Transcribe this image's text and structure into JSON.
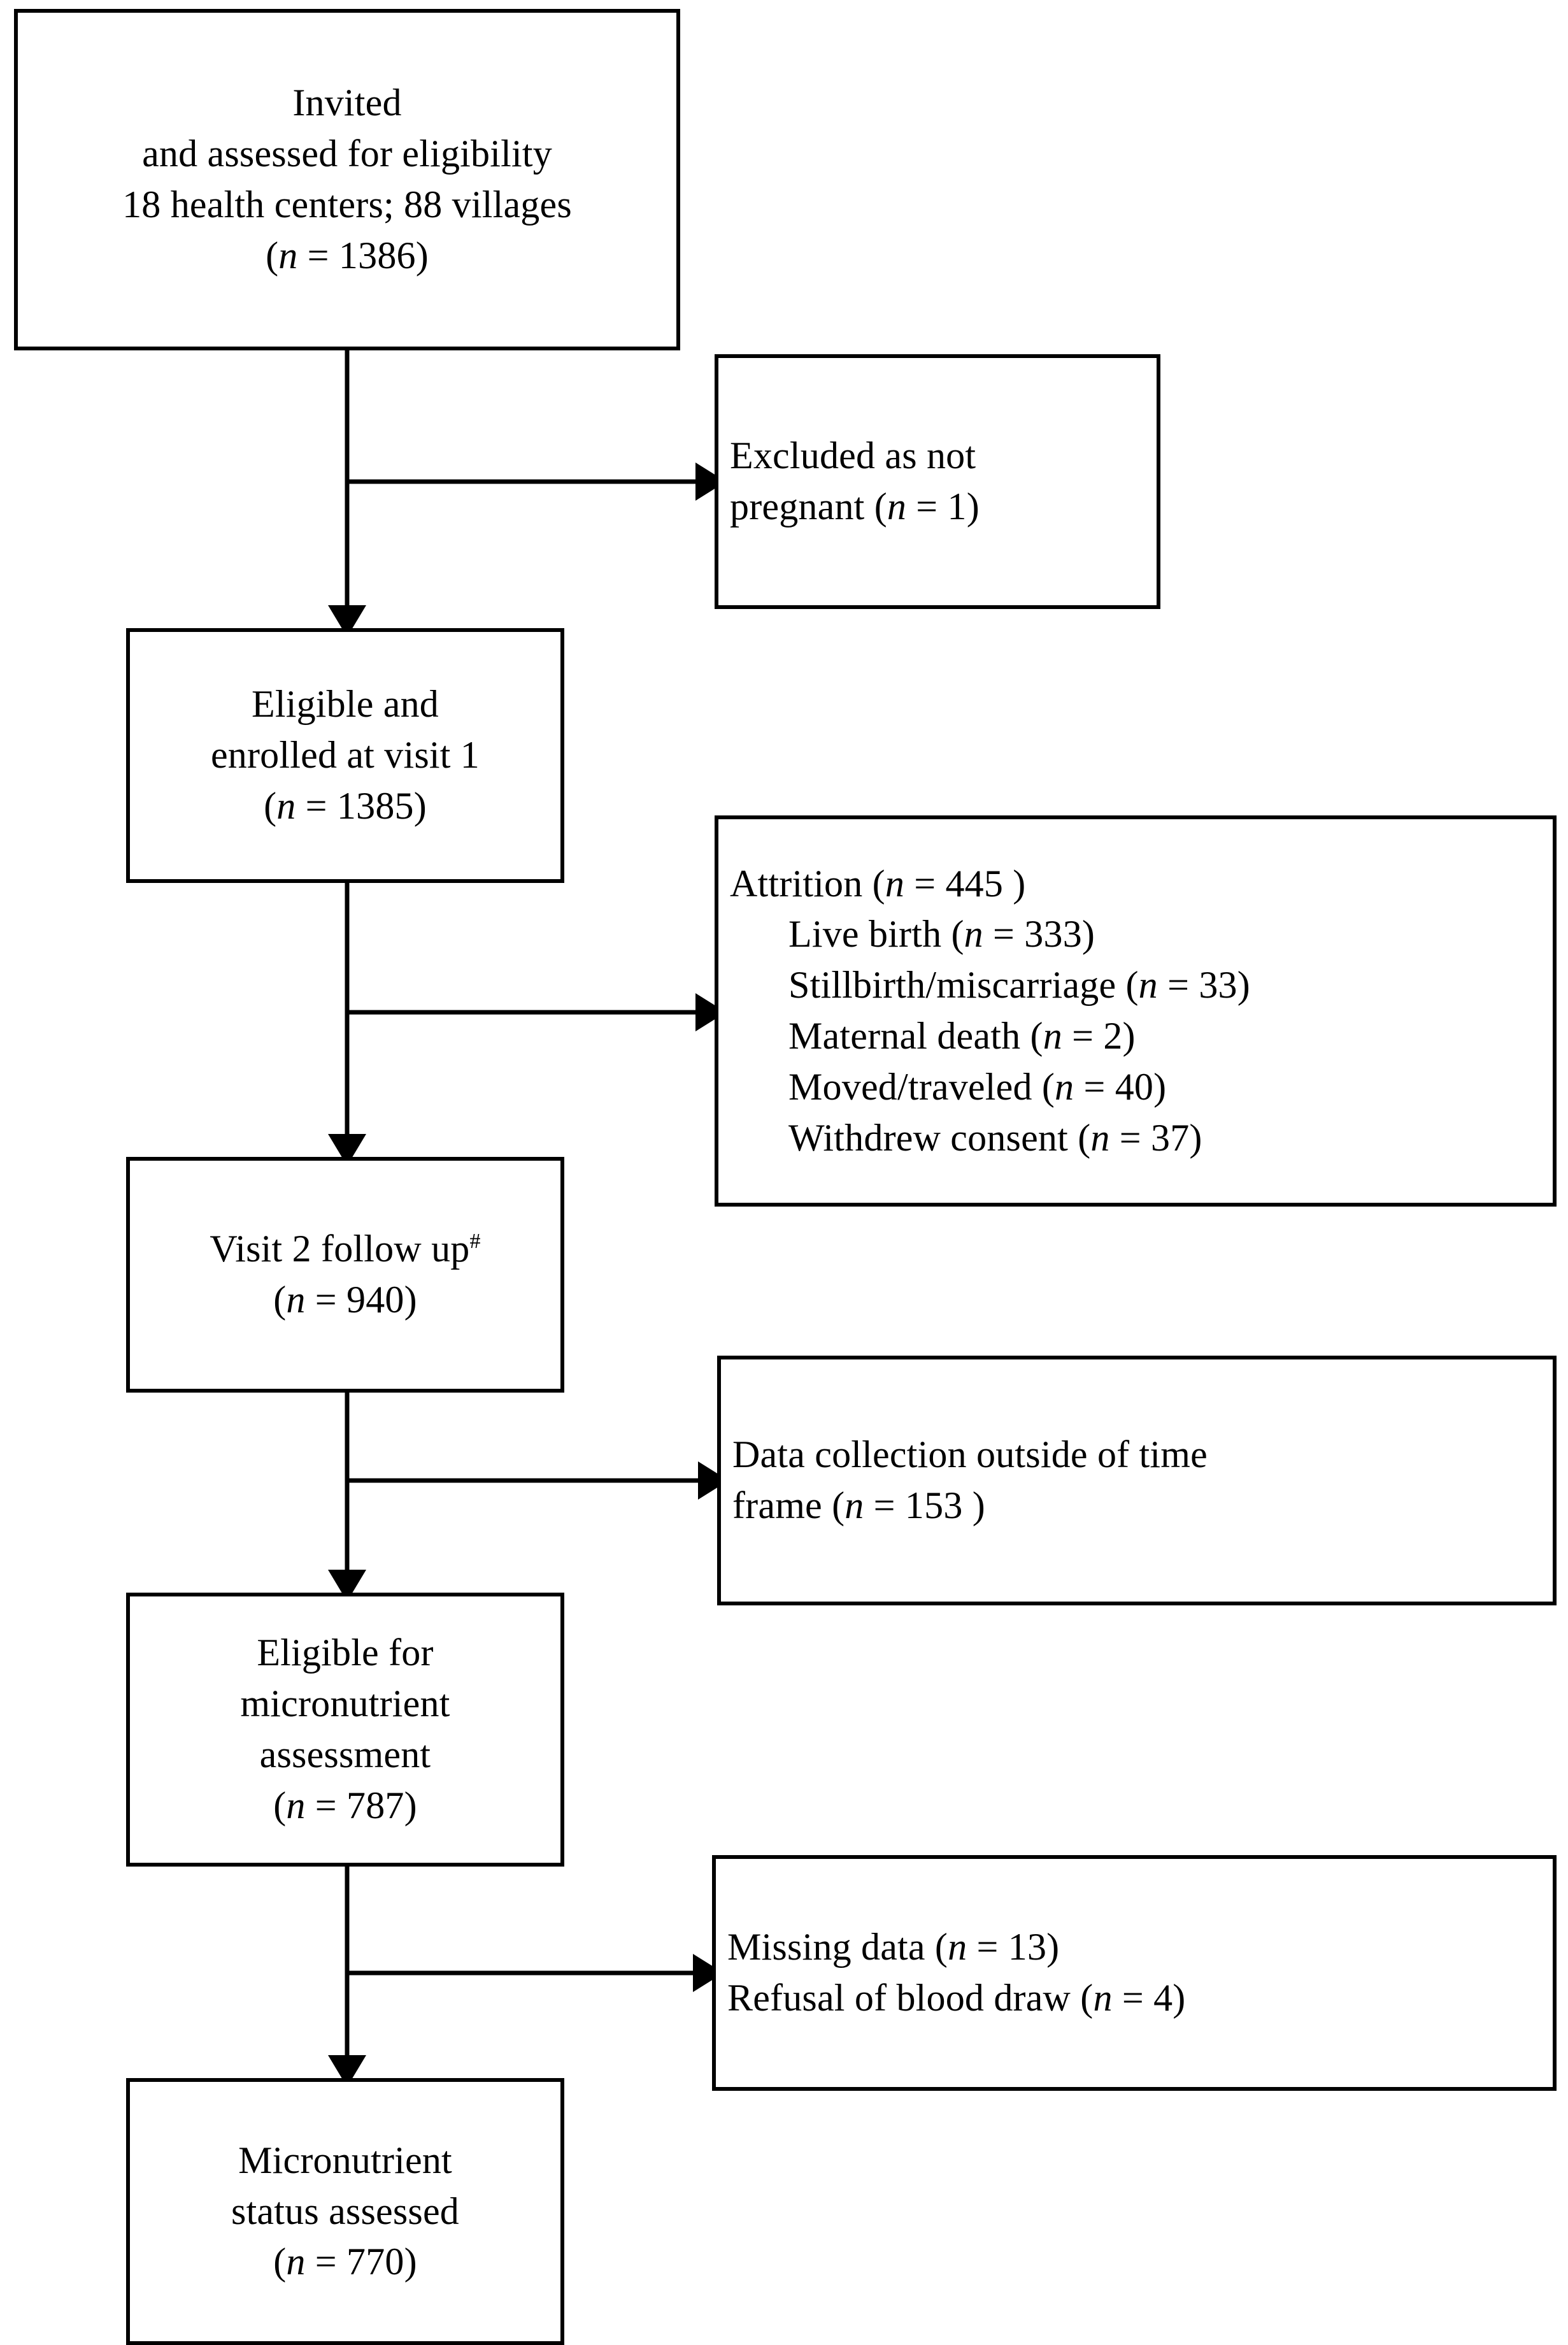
{
  "diagram": {
    "title": "Participant flow diagram",
    "type": "flowchart",
    "stroke_color": "#000000",
    "fill_color": "#ffffff",
    "text_color": "#000000"
  },
  "nodes": {
    "invited": {
      "name": "invited-and-assessed",
      "lines": [
        {
          "text": "Invited"
        },
        {
          "text": "and assessed for eligibility"
        },
        {
          "text": "18 health centers; 88 villages"
        },
        {
          "prefix": "(",
          "italic": "n",
          "suffix": " = 1386)"
        }
      ]
    },
    "excluded": {
      "name": "excluded-as-not-pregnant",
      "lines": [
        {
          "text": "Excluded as not"
        },
        {
          "prefix": "pregnant (",
          "italic": "n",
          "suffix": " = 1)"
        }
      ]
    },
    "eligible_visit1": {
      "name": "eligible-and-enrolled-visit-1",
      "lines": [
        {
          "text": "Eligible and"
        },
        {
          "text": "enrolled at visit 1"
        },
        {
          "prefix": "(",
          "italic": "n",
          "suffix": " = 1385)"
        }
      ]
    },
    "attrition": {
      "name": "attrition",
      "lines": [
        {
          "prefix": "Attrition (",
          "italic": "n",
          "suffix": " = 445 )",
          "indent": false
        },
        {
          "prefix": "Live birth (",
          "italic": "n",
          "suffix": " = 333)",
          "indent": true
        },
        {
          "prefix": "Stillbirth/miscarriage (",
          "italic": "n",
          "suffix": " = 33)",
          "indent": true
        },
        {
          "prefix": "Maternal death (",
          "italic": "n",
          "suffix": " = 2)",
          "indent": true
        },
        {
          "prefix": "Moved/traveled (",
          "italic": "n",
          "suffix": " = 40)",
          "indent": true
        },
        {
          "prefix": "Withdrew consent (",
          "italic": "n",
          "suffix": " = 37)",
          "indent": true
        }
      ]
    },
    "visit2": {
      "name": "visit-2-follow-up",
      "lines": [
        {
          "text": "Visit 2 follow up",
          "superscript": "#"
        },
        {
          "prefix": "(",
          "italic": "n",
          "suffix": " = 940)"
        }
      ]
    },
    "data_collection": {
      "name": "data-collection-outside-time-frame",
      "lines": [
        {
          "text": "Data collection outside of time"
        },
        {
          "prefix": "frame (",
          "italic": "n",
          "suffix": " = 153 )"
        }
      ]
    },
    "eligible_micronutrient": {
      "name": "eligible-for-micronutrient-assessment",
      "lines": [
        {
          "text": "Eligible for"
        },
        {
          "text": "micronutrient"
        },
        {
          "text": "assessment"
        },
        {
          "prefix": "(",
          "italic": "n",
          "suffix": " = 787)"
        }
      ]
    },
    "missing": {
      "name": "missing-data-and-refusal",
      "lines": [
        {
          "prefix": "Missing data (",
          "italic": "n",
          "suffix": " = 13)"
        },
        {
          "prefix": "Refusal of blood draw (",
          "italic": "n",
          "suffix": " = 4)"
        }
      ]
    },
    "final": {
      "name": "micronutrient-status-assessed",
      "lines": [
        {
          "text": "Micronutrient"
        },
        {
          "text": "status assessed"
        },
        {
          "prefix": "(",
          "italic": "n",
          "suffix": " = 770)"
        }
      ]
    }
  },
  "chart_data": {
    "type": "flowchart",
    "title": "CONSORT-style participant flow",
    "stages": [
      {
        "label": "Invited and assessed for eligibility; 18 health centers; 88 villages",
        "n": 1386
      },
      {
        "label": "Eligible and enrolled at visit 1",
        "n": 1385
      },
      {
        "label": "Visit 2 follow up",
        "n": 940
      },
      {
        "label": "Eligible for micronutrient assessment",
        "n": 787
      },
      {
        "label": "Micronutrient status assessed",
        "n": 770
      }
    ],
    "exclusions": [
      {
        "label": "Excluded as not pregnant",
        "n": 1
      },
      {
        "label": "Attrition",
        "n": 445,
        "breakdown": [
          {
            "label": "Live birth",
            "n": 333
          },
          {
            "label": "Stillbirth/miscarriage",
            "n": 33
          },
          {
            "label": "Maternal death",
            "n": 2
          },
          {
            "label": "Moved/traveled",
            "n": 40
          },
          {
            "label": "Withdrew consent",
            "n": 37
          }
        ]
      },
      {
        "label": "Data collection outside of time frame",
        "n": 153
      },
      {
        "label": "Missing data",
        "n": 13
      },
      {
        "label": "Refusal of blood draw",
        "n": 4
      }
    ]
  }
}
